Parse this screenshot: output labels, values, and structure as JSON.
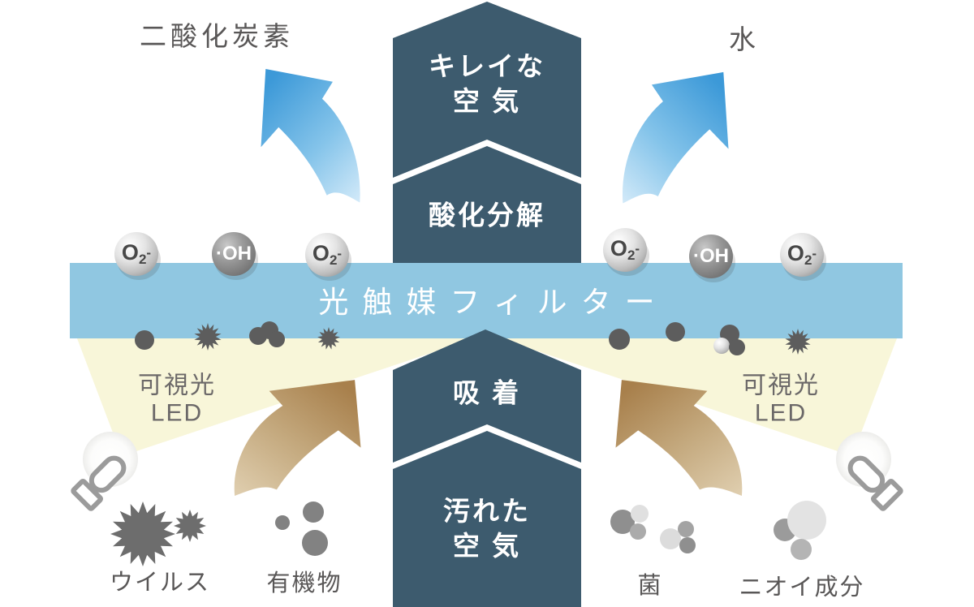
{
  "labels": {
    "carbon_dioxide": "二酸化炭素",
    "water": "水",
    "clean_air": [
      "キレイな",
      "空 気"
    ],
    "oxidative_decomposition": "酸化分解",
    "filter": "光触媒フィルター",
    "adsorption": "吸 着",
    "dirty_air": [
      "汚れた",
      "空 気"
    ],
    "visible_light_led": [
      "可視光",
      "LED"
    ],
    "virus": "ウイルス",
    "organic_matter": "有機物",
    "bacteria": "菌",
    "odor_components": "ニオイ成分"
  },
  "radicals": {
    "superoxide": {
      "base": "O",
      "sub": "2",
      "charge": "-"
    },
    "hydroxyl": "·OH"
  },
  "colors": {
    "flow_arrow": "#3d5b6e",
    "filter_band": "#90c7e1",
    "light_beam": "#f8f6d9",
    "exhaust_arrow": "#3c99d8",
    "intake_arrow": "#aa8250",
    "label_text": "#595757"
  }
}
